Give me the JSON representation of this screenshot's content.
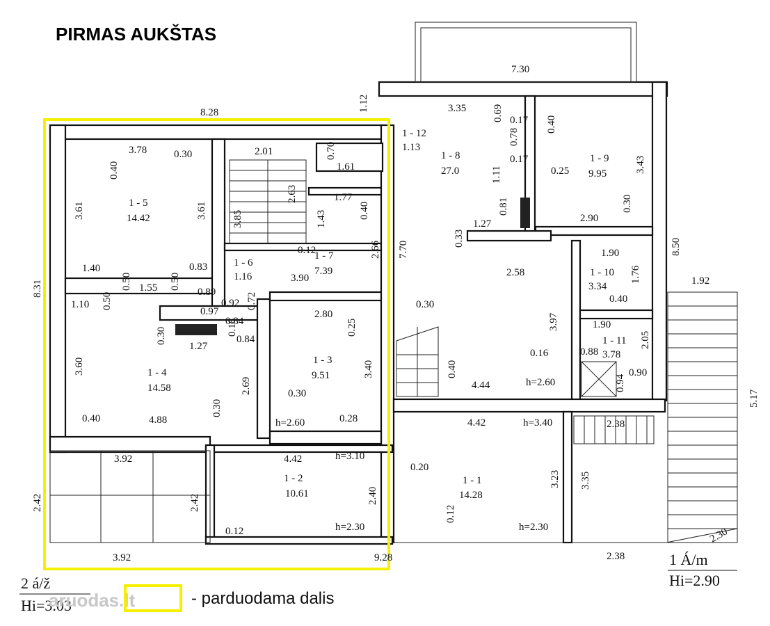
{
  "title": "PIRMAS AUKŠTAS",
  "legend_text": "- parduodama dalis",
  "highlight_color": "#f5f000",
  "watermark": "aruodas.lt",
  "floor_left": {
    "top": "2 á/ž",
    "bottom": "Hi=3.03"
  },
  "floor_right": {
    "top": "1 Á/m",
    "bottom": "Hi=2.90"
  },
  "rooms": [
    {
      "id": "1 - 1",
      "area": "14.28"
    },
    {
      "id": "1 - 2",
      "area": "10.61"
    },
    {
      "id": "1 - 3",
      "area": "9.51"
    },
    {
      "id": "1 - 4",
      "area": "14.58"
    },
    {
      "id": "1 - 5",
      "area": "14.42"
    },
    {
      "id": "1 - 6",
      "area": "1.16"
    },
    {
      "id": "1 - 7",
      "area": "7.39"
    },
    {
      "id": "1 - 8",
      "area": "27.0"
    },
    {
      "id": "1 - 9",
      "area": "9.95"
    },
    {
      "id": "1 - 10",
      "area": "3.34"
    },
    {
      "id": "1 - 11",
      "area": "3.78"
    },
    {
      "id": "1 - 12",
      "area": "1.13"
    }
  ],
  "heights": [
    "h=2.60",
    "h=2.60",
    "h=3.40",
    "h=3.10",
    "h=2.30",
    "h=2.30"
  ],
  "dims": [
    "7.30",
    "8.28",
    "1.12",
    "3.35",
    "0.69",
    "0.17",
    "0.78",
    "0.40",
    "3.78",
    "0.30",
    "0.40",
    "2.01",
    "0.70",
    "1.61",
    "1.11",
    "0.17",
    "0.25",
    "3.43",
    "1.77",
    "2.63",
    "3.61",
    "3.61",
    "3.85",
    "1.43",
    "0.40",
    "0.81",
    "0.30",
    "2.90",
    "1.27",
    "0.33",
    "0.12",
    "2.66",
    "7.70",
    "8.50",
    "1.40",
    "0.83",
    "1.90",
    "2.58",
    "0.50",
    "1.55",
    "0.50",
    "3.90",
    "1.76",
    "8.31",
    "0.89",
    "1.10",
    "0.50",
    "0.92",
    "0.72",
    "0.97",
    "1.92",
    "0.84",
    "0.40",
    "2.80",
    "0.30",
    "0.30",
    "0.25",
    "1.90",
    "0.18",
    "0.84",
    "3.97",
    "1.27",
    "0.16",
    "0.88",
    "2.05",
    "3.60",
    "3.40",
    "0.40",
    "0.94",
    "0.90",
    "2.69",
    "0.30",
    "0.30",
    "4.44",
    "0.40",
    "4.88",
    "0.28",
    "4.42",
    "2.38",
    "5.17",
    "3.92",
    "4.42",
    "0.20",
    "3.23",
    "3.35",
    "2.42",
    "2.42",
    "2.40",
    "0.12",
    "0.12",
    "2.30",
    "3.92",
    "9.28",
    "2.38"
  ]
}
